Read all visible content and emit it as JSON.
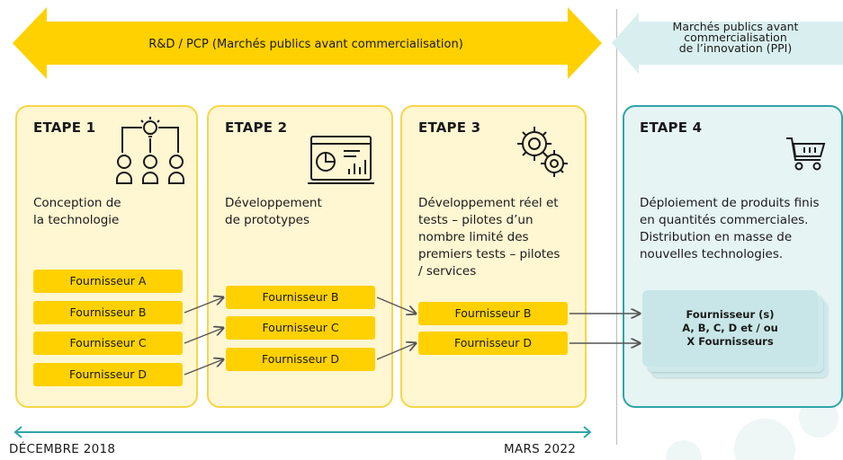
{
  "banner_left": "R&D / PCP (Marchés publics avant commercialisation)",
  "banner_right": [
    "Marchés publics avant",
    "commercialisation",
    "de l’innovation (PPI)"
  ],
  "stages": [
    {
      "title": "ETAPE 1",
      "desc": [
        "Conception de",
        "la technologie"
      ],
      "icon": "people-idea-icon"
    },
    {
      "title": "ETAPE 2",
      "desc": [
        "Développement",
        "de prototypes"
      ],
      "icon": "monitor-chart-icon"
    },
    {
      "title": "ETAPE 3",
      "desc": [
        "Développement réel et",
        "tests – pilotes d’un",
        "nombre limité des",
        "premiers tests – pilotes",
        "/ services"
      ],
      "icon": "gears-icon"
    },
    {
      "title": "ETAPE 4",
      "desc": [
        "Déploiement de produits finis",
        "en quantités commerciales.",
        "Distribution en masse de",
        "nouvelles technologies."
      ],
      "icon": "shopping-cart-icon"
    }
  ],
  "stage1_suppliers": [
    "Fournisseur A",
    "Fournisseur B",
    "Fournisseur C",
    "Fournisseur D"
  ],
  "stage2_suppliers": [
    "Fournisseur B",
    "Fournisseur C",
    "Fournisseur D"
  ],
  "stage3_suppliers": [
    "Fournisseur B",
    "Fournisseur D"
  ],
  "stage4_suppliers": [
    "Fournisseur (s)",
    "A, B, C, D et / ou",
    "X Fournisseurs"
  ],
  "timeline": {
    "start": "DÉCEMBRE 2018",
    "end": "MARS 2022"
  },
  "colors": {
    "yellow": "#ffd100",
    "yellow_light": "#fff6d2",
    "teal": "#2fa5a8",
    "teal_light": "#e6f4f4"
  }
}
